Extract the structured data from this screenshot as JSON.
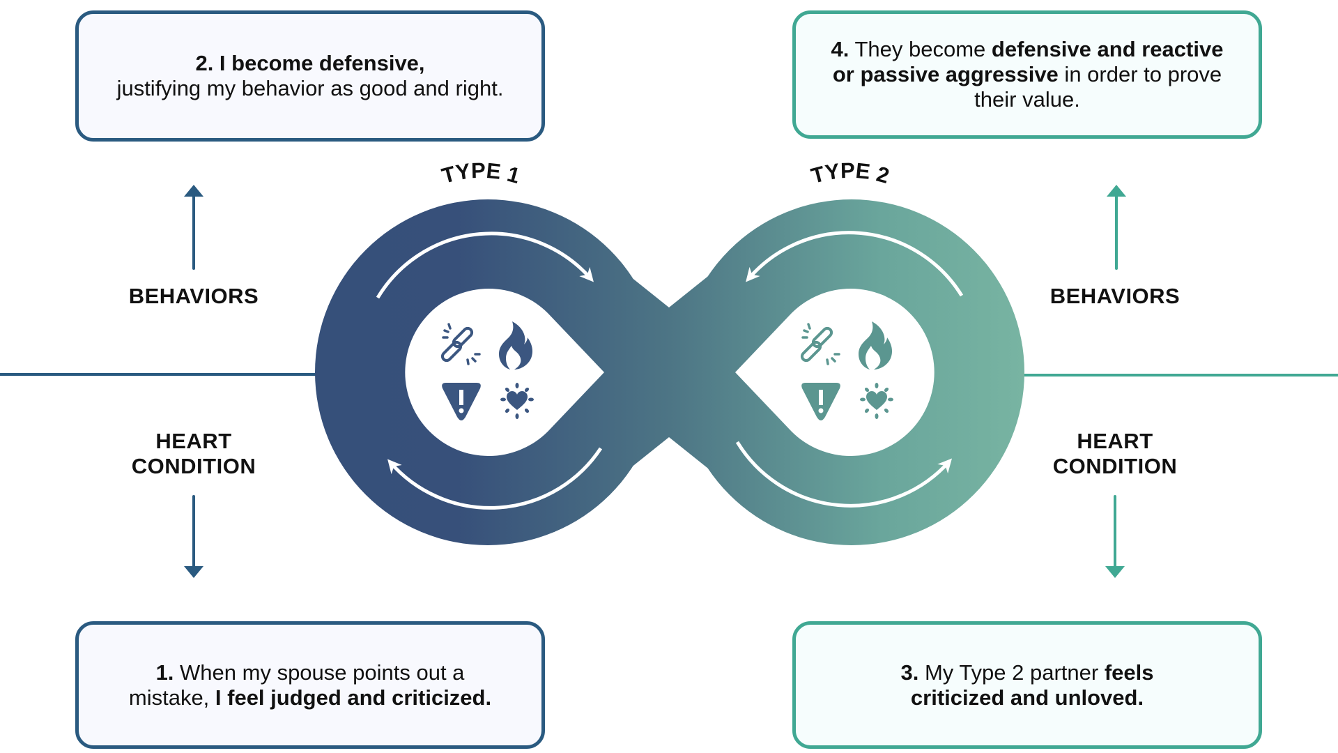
{
  "colors": {
    "type1": "#2a5a80",
    "type2": "#40a893",
    "loop_left": "#37507a",
    "loop_mid": "#4a7385",
    "loop_right": "#78b4a2",
    "icon_left": "#3b5680",
    "icon_right": "#5b9690"
  },
  "diagram": {
    "type1_label": "TYPE 1",
    "type2_label": "TYPE 2",
    "left_labels": {
      "behaviors": "BEHAVIORS",
      "heart_line1": "HEART",
      "heart_line2": "CONDITION"
    },
    "right_labels": {
      "behaviors": "BEHAVIORS",
      "heart_line1": "HEART",
      "heart_line2": "CONDITION"
    },
    "icons": [
      "broken-link-icon",
      "flame-icon",
      "warning-icon",
      "heart-burst-icon"
    ]
  },
  "steps": {
    "step1": {
      "num": "1.",
      "pre": " When my spouse points out a mistake, ",
      "bold": "I feel judged and criticized.",
      "post": ""
    },
    "step2": {
      "bold": "2. I become defensive,",
      "rest": "justifying my behavior as good and right."
    },
    "step3": {
      "num": "3.",
      "pre": " My Type 2 partner ",
      "bold": "feels criticized and unloved.",
      "post": ""
    },
    "step4": {
      "num": "4.",
      "pre": " They become ",
      "bold": "defensive and reactive or passive aggressive",
      "post": " in order to prove their value."
    }
  }
}
